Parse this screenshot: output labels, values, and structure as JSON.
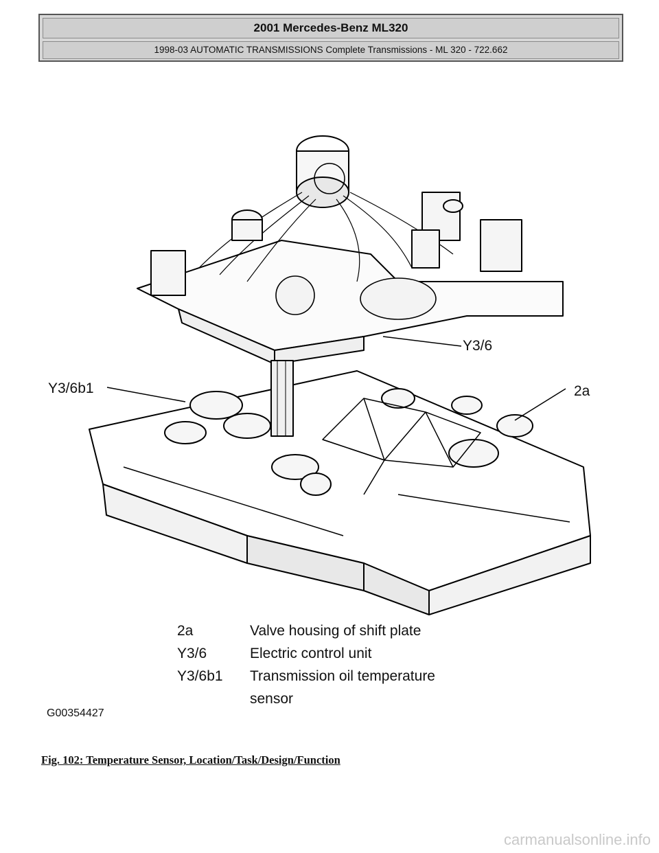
{
  "header": {
    "title": "2001 Mercedes-Benz ML320",
    "subtitle": "1998-03 AUTOMATIC TRANSMISSIONS Complete Transmissions - ML 320 - 722.662"
  },
  "figure": {
    "callouts": {
      "y36": "Y3/6",
      "y36b1": "Y3/6b1",
      "v2a": "2a"
    },
    "legend": [
      {
        "code": "2a",
        "desc": "Valve housing of shift plate"
      },
      {
        "code": "Y3/6",
        "desc": "Electric control unit"
      },
      {
        "code": "Y3/6b1",
        "desc": "Transmission oil temperature sensor"
      }
    ],
    "code": "G00354427",
    "caption": "Fig. 102: Temperature Sensor, Location/Task/Design/Function"
  },
  "watermark": "carmanualsonline.info"
}
